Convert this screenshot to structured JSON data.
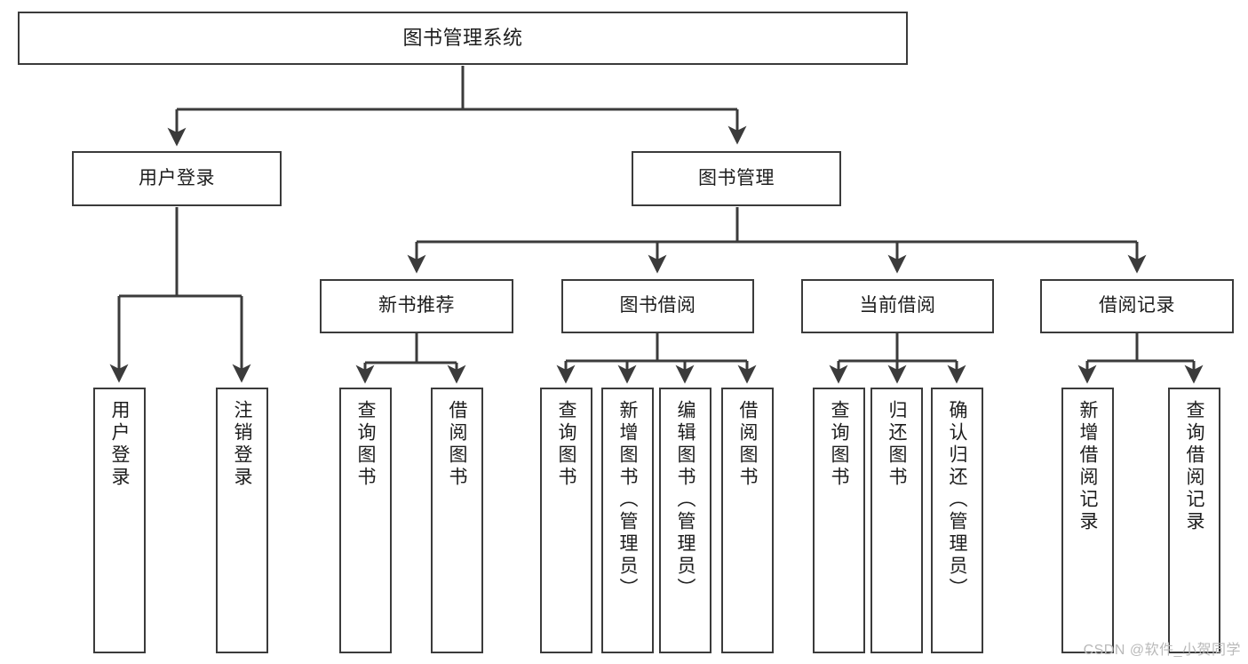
{
  "diagram": {
    "title": "图书管理系统",
    "type": "tree-hierarchy-diagram",
    "root": {
      "id": "root",
      "label": "图书管理系统"
    },
    "level2": [
      {
        "id": "user-login",
        "label": "用户登录"
      },
      {
        "id": "book-manage",
        "label": "图书管理"
      }
    ],
    "level3": [
      {
        "id": "new-book-recommend",
        "label": "新书推荐"
      },
      {
        "id": "book-borrow",
        "label": "图书借阅"
      },
      {
        "id": "current-borrow",
        "label": "当前借阅"
      },
      {
        "id": "borrow-record",
        "label": "借阅记录"
      }
    ],
    "leaves": {
      "user_login": [
        {
          "id": "leaf-user-login",
          "label": "用户登录"
        },
        {
          "id": "leaf-user-logout",
          "label": "注销登录"
        }
      ],
      "new_book_recommend": [
        {
          "id": "leaf-query-book-1",
          "label": "查询图书"
        },
        {
          "id": "leaf-borrow-book-1",
          "label": "借阅图书"
        }
      ],
      "book_borrow": [
        {
          "id": "leaf-query-book-2",
          "label": "查询图书"
        },
        {
          "id": "leaf-add-book",
          "label": "新增图书（管理员）"
        },
        {
          "id": "leaf-edit-book",
          "label": "编辑图书（管理员）"
        },
        {
          "id": "leaf-borrow-book-2",
          "label": "借阅图书"
        }
      ],
      "current_borrow": [
        {
          "id": "leaf-query-book-3",
          "label": "查询图书"
        },
        {
          "id": "leaf-return-book",
          "label": "归还图书"
        },
        {
          "id": "leaf-confirm-return",
          "label": "确认归还（管理员）"
        }
      ],
      "borrow_record": [
        {
          "id": "leaf-add-record",
          "label": "新增借阅记录"
        },
        {
          "id": "leaf-query-record",
          "label": "查询借阅记录"
        }
      ]
    }
  },
  "watermark": {
    "text": "CSDN @软件_小贺同学"
  },
  "colors": {
    "stroke": "#3b3b3b",
    "background": "#ffffff",
    "text": "#1d1d1d",
    "watermark": "#b9b9b9"
  }
}
